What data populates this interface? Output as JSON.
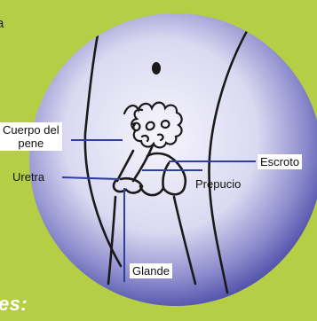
{
  "corner_text": "a",
  "bottom_word": "nes:",
  "labels": {
    "cuerpo_line1": "Cuerpo del",
    "cuerpo_line2": "pene",
    "uretra": "Uretra",
    "escroto": "Escroto",
    "prepucio": "Prepucio",
    "glande": "Glande"
  },
  "colors": {
    "background": "#b6ce45",
    "disc_center": "#f5f4fb",
    "disc_edge": "#4e4fa9",
    "ink": "#1a1a1a",
    "leader_lines": "#2f3fa0"
  }
}
